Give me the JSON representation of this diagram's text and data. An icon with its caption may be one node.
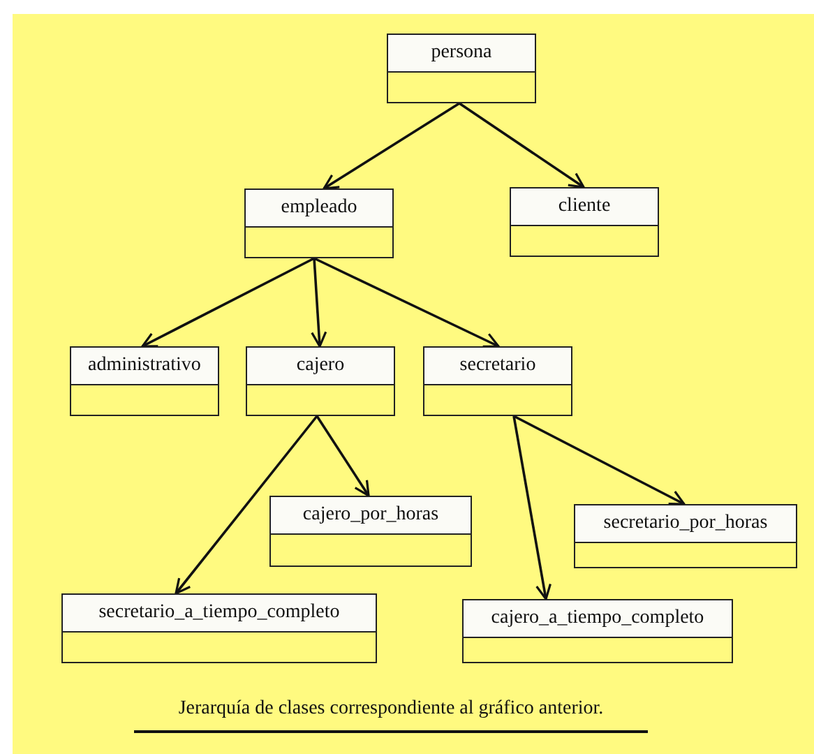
{
  "diagram": {
    "caption": "Jerarquía de clases correspondiente al gráfico anterior.",
    "nodes": [
      {
        "text": [
          "persona"
        ]
      },
      {
        "text": [
          "empleado"
        ]
      },
      {
        "text": [
          "cliente"
        ]
      },
      {
        "text": [
          "administrativo"
        ]
      },
      {
        "text": [
          "cajero"
        ]
      },
      {
        "text": [
          "secretario"
        ]
      },
      {
        "text": [
          "cajero_por_horas"
        ]
      },
      {
        "text": [
          "secretario_por_horas"
        ]
      },
      {
        "text": [
          "secretario_a_tiempo_completo"
        ]
      },
      {
        "text": [
          "cajero_a_tiempo_completo"
        ]
      }
    ],
    "edges": [
      {
        "from": 0,
        "to": 1,
        "arrow": "to"
      },
      {
        "from": 0,
        "to": 2,
        "arrow": "to"
      },
      {
        "from": 1,
        "to": 3,
        "arrow": "to"
      },
      {
        "from": 1,
        "to": 4,
        "arrow": "to"
      },
      {
        "from": 1,
        "to": 5,
        "arrow": "to"
      },
      {
        "from": 4,
        "to": 8,
        "arrow": "to"
      },
      {
        "from": 4,
        "to": 6,
        "arrow": "to"
      },
      {
        "from": 5,
        "to": 9,
        "arrow": "to"
      },
      {
        "from": 5,
        "to": 7,
        "arrow": "to"
      }
    ]
  }
}
